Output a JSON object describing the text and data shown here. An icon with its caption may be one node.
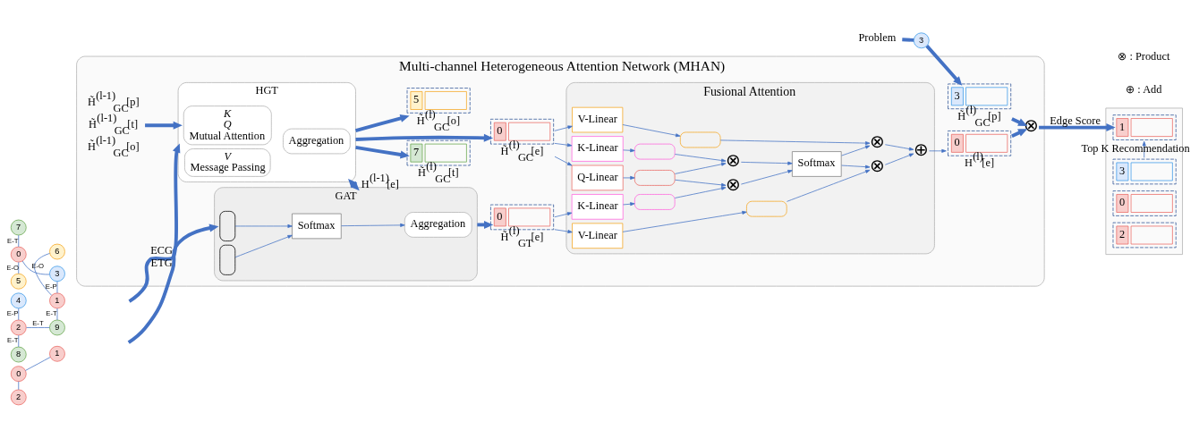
{
  "diagram": {
    "nodes": [
      {
        "text": [
          "Multi-channel Heterogeneous Attention Network (MHAN)"
        ]
      },
      {
        "text": [
          "HGT"
        ],
        "in": 0
      },
      {
        "text": [
          "*K*",
          "*Q*",
          "Mutual Attention"
        ],
        "in": 1
      },
      {
        "text": [
          "*V*",
          "Message Passing"
        ],
        "in": 1
      },
      {
        "text": [
          "Aggregation"
        ],
        "in": 1
      },
      {
        "text": [
          "GAT"
        ],
        "in": 0
      },
      {
        "text": [],
        "shape": "capsule",
        "in": 5
      },
      {
        "text": [],
        "shape": "capsule",
        "in": 5
      },
      {
        "text": [
          "Softmax"
        ],
        "in": 5
      },
      {
        "text": [
          "Aggregation"
        ],
        "in": 5
      },
      {
        "text": [
          "Fusional Attention"
        ],
        "in": 0
      },
      {
        "text": [
          "7"
        ],
        "beside": [
          "H̃$^{(l)}$$_{GC}$[t]"
        ],
        "in": 0
      },
      {
        "text": [
          "0"
        ],
        "beside": [
          "H̃$^{(l)}$$_{GC}$[e]"
        ],
        "in": 0
      },
      {
        "text": [
          "5"
        ],
        "beside": [
          "H̃$^{(l)}$$_{GC}$[o]"
        ],
        "in": 0
      },
      {
        "text": [
          "0"
        ],
        "beside": [
          "H̃$^{(l)}$$_{GT}$[e]"
        ],
        "in": 0
      },
      {
        "text": [
          "3"
        ],
        "beside": [
          "H̃$^{(l)}$$_{GC}$[p]"
        ],
        "in": 0
      },
      {
        "text": [
          "0"
        ],
        "beside": [
          "H$^{(l)}$[e]"
        ],
        "in": 0
      },
      {
        "text": [
          "K-Linear"
        ],
        "in": 10
      },
      {
        "text": [
          "V-Linear"
        ],
        "in": 10
      },
      {
        "text": [
          "Q-Linear"
        ],
        "in": 10
      },
      {
        "text": [
          "K-Linear"
        ],
        "in": 10
      },
      {
        "text": [
          "V-Linear"
        ],
        "in": 10
      },
      {
        "text": [],
        "shape": "capsule",
        "in": 10
      },
      {
        "text": [],
        "shape": "capsule",
        "in": 10
      },
      {
        "text": [],
        "shape": "capsule",
        "in": 10
      },
      {
        "text": [],
        "shape": "capsule",
        "in": 10
      },
      {
        "text": [],
        "shape": "capsule",
        "in": 10
      },
      {
        "text": [
          "⊗"
        ],
        "in": 10
      },
      {
        "text": [
          "⊗"
        ],
        "in": 10
      },
      {
        "text": [
          "Softmax"
        ],
        "in": 10
      },
      {
        "text": [
          "⊗"
        ],
        "in": 10
      },
      {
        "text": [
          "⊗"
        ],
        "in": 10
      },
      {
        "text": [
          "⊕"
        ],
        "in": 10
      },
      {
        "text": [
          "⊗"
        ],
        "in": 0
      },
      {
        "text": [],
        "shape": "box"
      },
      {
        "text": [
          "3"
        ],
        "in": 34
      },
      {
        "text": [
          "1"
        ],
        "in": 34
      },
      {
        "text": [
          "0"
        ],
        "in": 34
      },
      {
        "text": [
          "2"
        ],
        "in": 34
      },
      {
        "text": [
          "Problem"
        ]
      },
      {
        "text": [
          "3"
        ]
      },
      {
        "text": [
          "7"
        ]
      },
      {
        "text": [
          "0"
        ]
      },
      {
        "text": [
          "5"
        ]
      },
      {
        "text": [
          "6"
        ]
      },
      {
        "text": [
          "3"
        ]
      },
      {
        "text": [
          "1"
        ]
      },
      {
        "text": [
          "4"
        ]
      },
      {
        "text": [
          "2"
        ]
      },
      {
        "text": [
          "9"
        ]
      },
      {
        "text": [
          "8"
        ]
      },
      {
        "text": [
          "0"
        ]
      },
      {
        "text": [
          "1"
        ]
      },
      {
        "text": [
          "2"
        ]
      },
      {
        "text": [
          "H̃$^{(l-1)}$$_{GC}$[p]",
          "H̃$^{(l-1)}$$_{GC}$[t]",
          "H̃$^{(l-1)}$$_{GC}$[o]"
        ],
        "in": 0
      }
    ],
    "edges": [
      {
        "from": 39,
        "to": 40,
        "arrow": "none",
        "style": "thick"
      },
      {
        "from": 40,
        "to": 15,
        "arrow": "to",
        "style": "thick"
      },
      {
        "from": null,
        "to": 1,
        "arrow": "to",
        "label": "ECG",
        "style": "thick"
      },
      {
        "from": null,
        "to": 5,
        "arrow": "to",
        "label": "ETG",
        "style": "thick"
      },
      {
        "from": 1,
        "to": 11,
        "arrow": "to",
        "style": "thick"
      },
      {
        "from": 1,
        "to": 12,
        "arrow": "to",
        "style": "thick"
      },
      {
        "from": 1,
        "to": 13,
        "arrow": "to",
        "style": "thick"
      },
      {
        "from": 54,
        "to": 1,
        "arrow": "to",
        "style": "thick"
      },
      {
        "from": 1,
        "to": 5,
        "arrow": "both",
        "label": "H$^{(l-1)}$[e]",
        "style": "thick"
      },
      {
        "from": 6,
        "to": 8,
        "arrow": "to"
      },
      {
        "from": 7,
        "to": 8,
        "arrow": "to"
      },
      {
        "from": 8,
        "to": 9,
        "arrow": "to"
      },
      {
        "from": 5,
        "to": 14,
        "arrow": "to",
        "style": "thick"
      },
      {
        "from": 12,
        "to": 17,
        "arrow": "to"
      },
      {
        "from": 12,
        "to": 18,
        "arrow": "to"
      },
      {
        "from": 12,
        "to": 19,
        "arrow": "to"
      },
      {
        "from": 14,
        "to": 20,
        "arrow": "to"
      },
      {
        "from": 14,
        "to": 21,
        "arrow": "to"
      },
      {
        "from": 17,
        "to": 22,
        "arrow": "to"
      },
      {
        "from": 18,
        "to": 23,
        "arrow": "to"
      },
      {
        "from": 19,
        "to": 24,
        "arrow": "to"
      },
      {
        "from": 20,
        "to": 25,
        "arrow": "to"
      },
      {
        "from": 21,
        "to": 26,
        "arrow": "to"
      },
      {
        "from": 22,
        "to": 27,
        "arrow": "to"
      },
      {
        "from": 24,
        "to": 27,
        "arrow": "to"
      },
      {
        "from": 24,
        "to": 28,
        "arrow": "to"
      },
      {
        "from": 25,
        "to": 28,
        "arrow": "to"
      },
      {
        "from": 27,
        "to": 29,
        "arrow": "to"
      },
      {
        "from": 28,
        "to": 29,
        "arrow": "to"
      },
      {
        "from": 23,
        "to": 30,
        "arrow": "to"
      },
      {
        "from": 29,
        "to": 30,
        "arrow": "to"
      },
      {
        "from": 29,
        "to": 31,
        "arrow": "to"
      },
      {
        "from": 26,
        "to": 31,
        "arrow": "to"
      },
      {
        "from": 30,
        "to": 32,
        "arrow": "to"
      },
      {
        "from": 31,
        "to": 32,
        "arrow": "to"
      },
      {
        "from": 32,
        "to": 16,
        "arrow": "to"
      },
      {
        "from": 15,
        "to": 33,
        "arrow": "to",
        "style": "thick"
      },
      {
        "from": 16,
        "to": 33,
        "arrow": "to",
        "style": "thick"
      },
      {
        "from": 33,
        "to": 36,
        "arrow": "to",
        "label": "Edge Score",
        "style": "thick"
      },
      {
        "from": 35,
        "to": 36,
        "arrow": "to",
        "label": "Top K Recommendation"
      },
      {
        "from": 41,
        "to": 42,
        "arrow": "none",
        "label": "E-T"
      },
      {
        "from": 42,
        "to": 43,
        "arrow": "none",
        "label": "E-O"
      },
      {
        "from": 42,
        "to": 45,
        "arrow": "none"
      },
      {
        "from": 44,
        "to": 46,
        "arrow": "none",
        "label": "E-O"
      },
      {
        "from": 45,
        "to": 46,
        "arrow": "none",
        "label": "E-P"
      },
      {
        "from": 46,
        "to": 49,
        "arrow": "none",
        "label": "E-T"
      },
      {
        "from": 47,
        "to": 48,
        "arrow": "none",
        "label": "E-P"
      },
      {
        "from": 48,
        "to": 49,
        "arrow": "none",
        "label": "E-T"
      },
      {
        "from": 48,
        "to": 50,
        "arrow": "none",
        "label": "E-T"
      },
      {
        "from": 51,
        "to": 52,
        "arrow": "none"
      },
      {
        "from": 51,
        "to": 53,
        "arrow": "none"
      }
    ],
    "legend": [
      {
        "text": "⊗ : Product"
      },
      {
        "text": "⊕ : Add"
      }
    ]
  }
}
